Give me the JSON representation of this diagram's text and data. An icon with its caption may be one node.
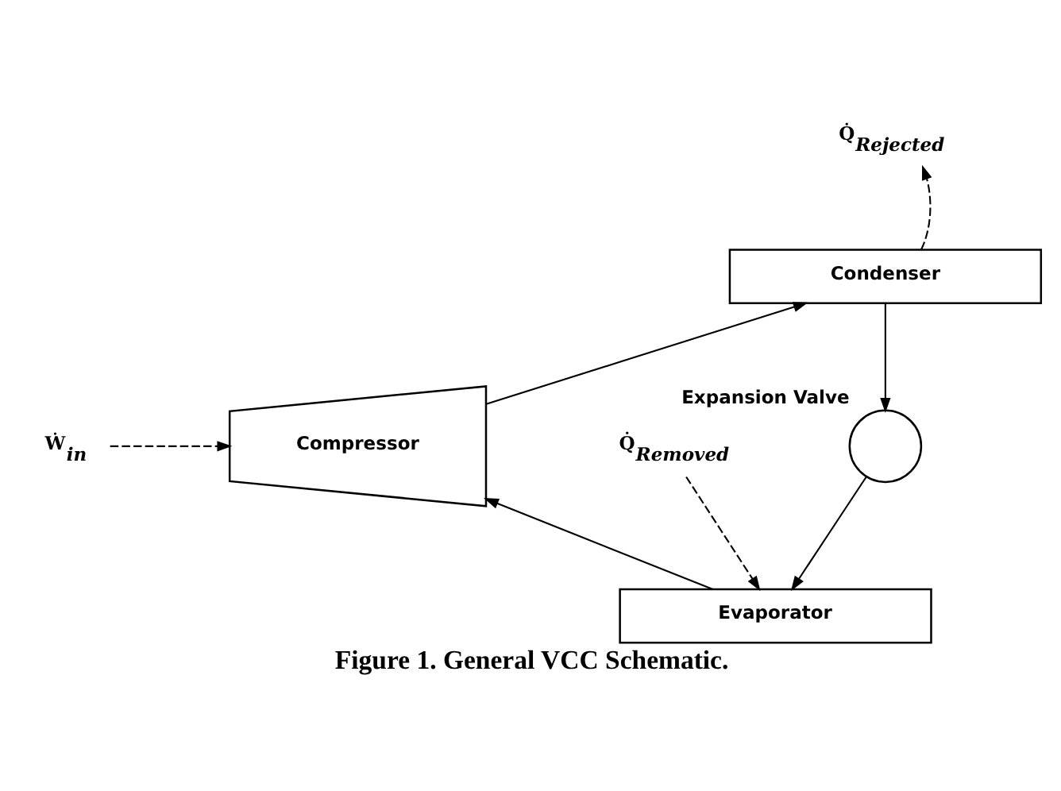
{
  "diagram": {
    "caption": "Figure 1. General VCC Schematic.",
    "nodes": [
      {
        "text": [
          "Condenser"
        ]
      },
      {
        "text": [
          "Expansion Valve"
        ]
      },
      {
        "text": [
          "Compressor"
        ]
      },
      {
        "text": [
          "Evaporator"
        ]
      },
      {
        "text": [
          "Q̇$_{Rejected}$"
        ]
      },
      {
        "text": [
          "Q̇$_{Removed}$"
        ]
      },
      {
        "text": [
          "Ẇ$_{in}$"
        ]
      }
    ],
    "edges": [
      {
        "from": 0,
        "to": 1,
        "arrow": "to"
      },
      {
        "from": 1,
        "to": 3,
        "arrow": "to"
      },
      {
        "from": 3,
        "to": 2,
        "arrow": "to"
      },
      {
        "from": 2,
        "to": 0,
        "arrow": "to"
      },
      {
        "from": 0,
        "to": 4,
        "arrow": "to",
        "style": "dashed"
      },
      {
        "from": 5,
        "to": 3,
        "arrow": "to",
        "style": "dashed"
      },
      {
        "from": 6,
        "to": 2,
        "arrow": "to",
        "style": "dashed"
      }
    ]
  }
}
